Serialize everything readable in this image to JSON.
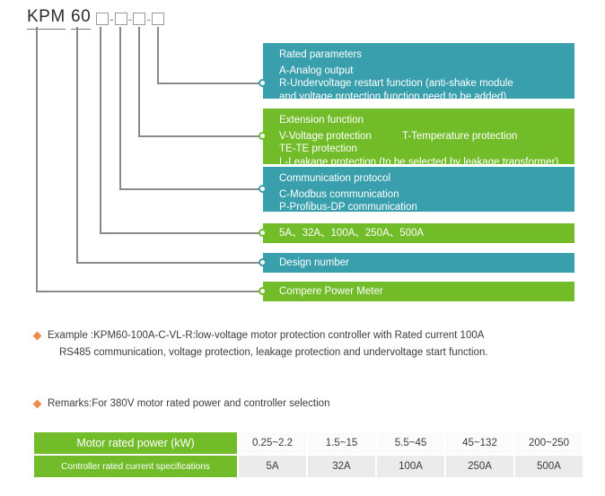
{
  "model_code": {
    "prefix": "KPM",
    "series": "60",
    "separator": "-",
    "placeholder_count": 4
  },
  "colors": {
    "teal": "#3a9fad",
    "green": "#72bc2a",
    "bullet": "#ef8b4f",
    "line": "#8a8a8a"
  },
  "boxes": [
    {
      "color": "teal",
      "title": "Rated parameters",
      "lines": [
        "A-Analog output",
        "R-Undervoltage restart function (anti-shake module",
        "and voltage protection function need to be added)"
      ]
    },
    {
      "color": "green",
      "title": "Extension function",
      "line_a": "V-Voltage protection",
      "line_b": "T-Temperature protection",
      "lines": [
        "TE-TE protection",
        "L-Leakage protection (to be selected by leakage transformer)"
      ]
    },
    {
      "color": "teal",
      "title": "Communication protocol",
      "lines": [
        "C-Modbus communication",
        "P-Profibus-DP communication"
      ]
    },
    {
      "color": "green",
      "title": "5A、32A、100A、250A、500A",
      "lines": []
    },
    {
      "color": "teal",
      "title": "Design number",
      "lines": []
    },
    {
      "color": "green",
      "title": "Compere Power Meter",
      "lines": []
    }
  ],
  "notes": {
    "example_line1": "Example :KPM60-100A-C-VL-R:low-voltage motor protection controller with Rated current 100A",
    "example_line2": "RS485 communication, voltage protection, leakage protection and undervoltage start function.",
    "remarks": "Remarks:For 380V motor rated power and controller selection"
  },
  "table": {
    "row1_label": "Motor rated power (kW)",
    "row2_label": "Controller rated current specifications",
    "row1_values": [
      "0.25~2.2",
      "1.5~15",
      "5.5~45",
      "45~132",
      "200~250"
    ],
    "row2_values": [
      "5A",
      "32A",
      "100A",
      "250A",
      "500A"
    ]
  }
}
